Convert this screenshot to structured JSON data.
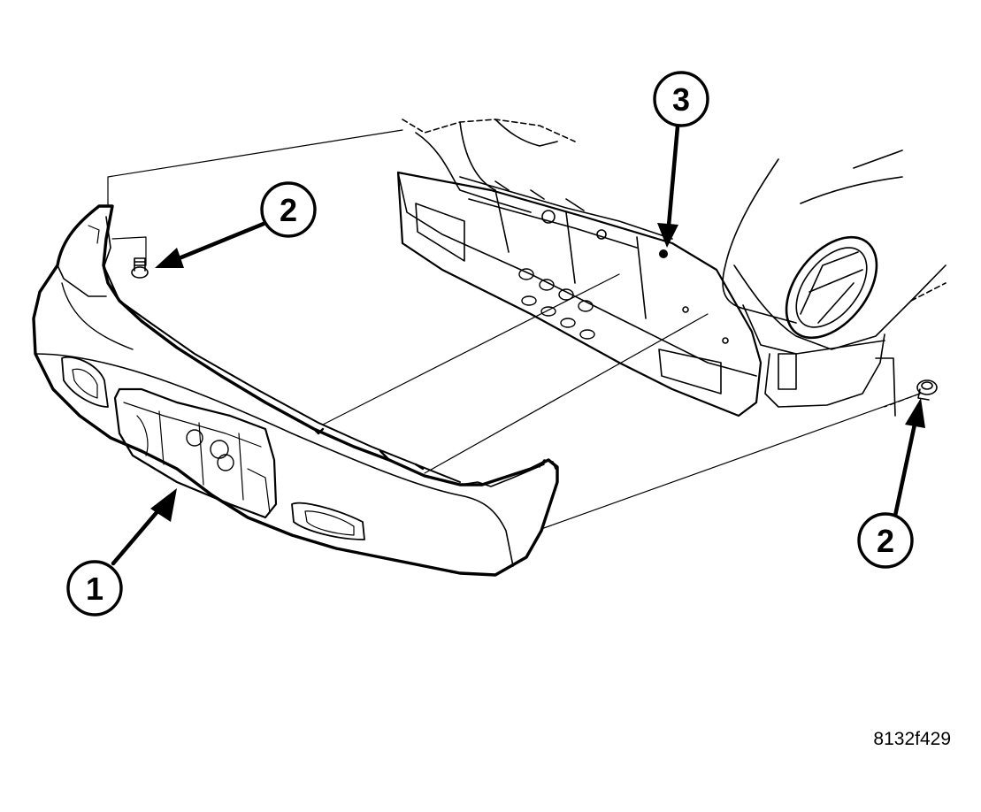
{
  "callouts": [
    {
      "id": "bumper-fascia",
      "label": "1"
    },
    {
      "id": "fastener-left",
      "label": "2"
    },
    {
      "id": "fastener-right",
      "label": "2"
    },
    {
      "id": "retainer-clip",
      "label": "3"
    }
  ],
  "figure_id": "8132f429",
  "colors": {
    "line": "#000000",
    "background": "#ffffff"
  }
}
